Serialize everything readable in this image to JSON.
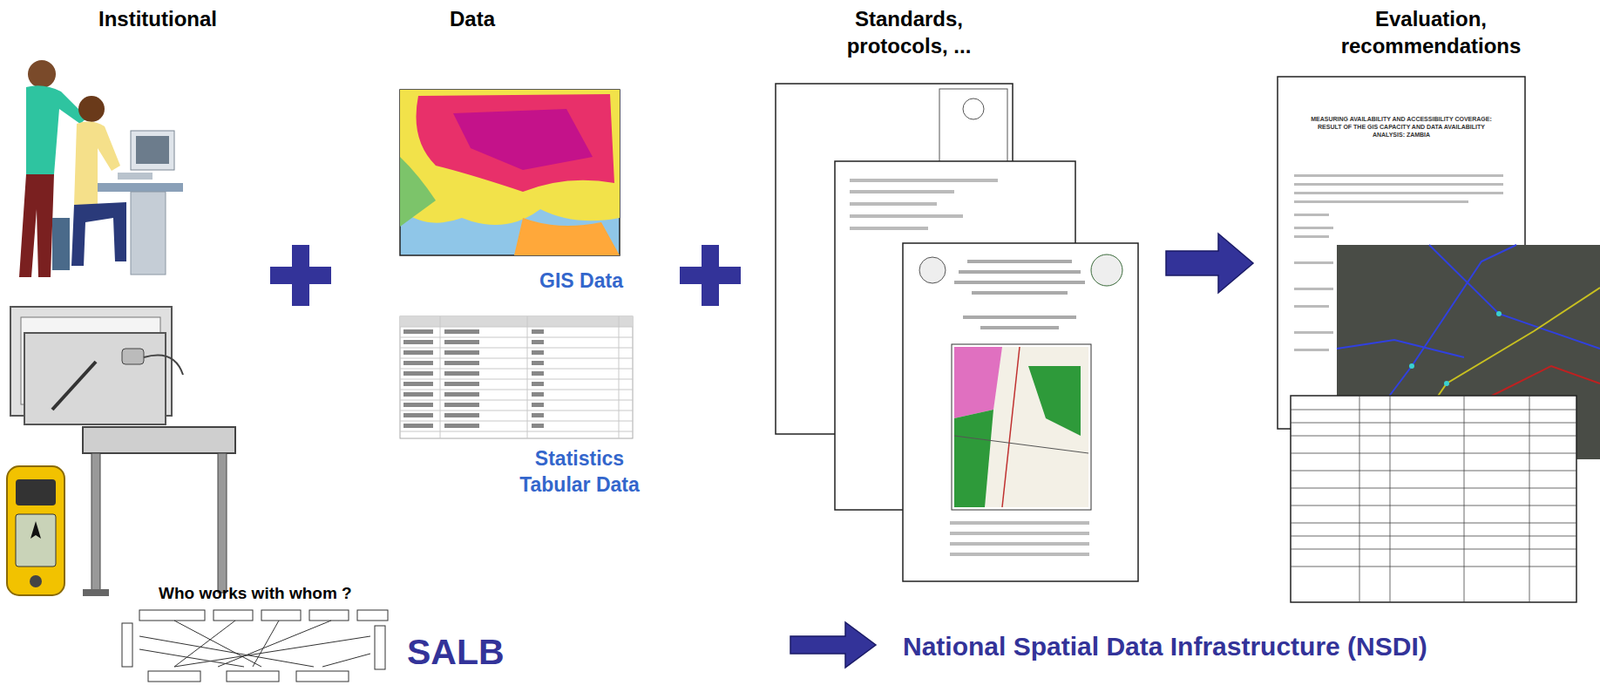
{
  "diagram": {
    "labels": [
      "Institutional",
      "Data",
      "Standards, protocols, ...",
      "Evaluation, recommendations",
      "GIS Data",
      "Statistics Tabular Data",
      "Who works with whom ?",
      "SALB",
      "National Spatial Data Infrastructure (NSDI)",
      "MEASURING AVAILABILITY AND ACCESSIBILITY COVERAGE: RESULT OF THE GIS CAPACITY AND DATA AVAILABILITY ANALYSIS: ZAMBIA"
    ]
  }
}
